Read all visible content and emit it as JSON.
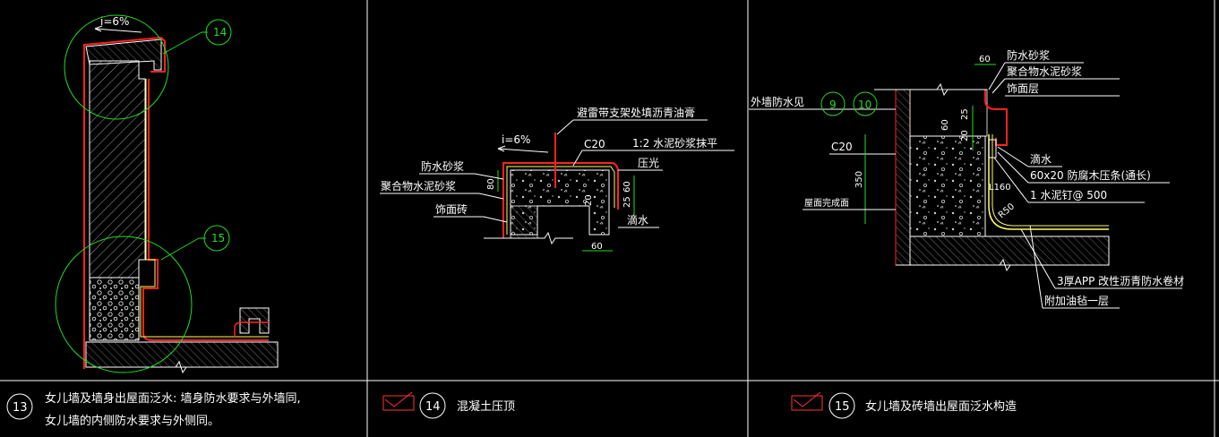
{
  "colors": {
    "background": "#000000",
    "frame": "#ffffff",
    "leader": "#00ff00",
    "membrane": "#ff2222",
    "section": "#ffff66",
    "hatch": "#9a9a9a"
  },
  "panel13": {
    "slope": "i=6%",
    "callout_top": "14",
    "callout_bottom": "15",
    "caption_number": "13",
    "caption_line1": "女儿墙及墙身出屋面泛水: 墙身防水要求与外墙同,",
    "caption_line2": "女儿墙的内侧防水要求与外侧同。"
  },
  "panel14": {
    "slope": "i=6%",
    "label_lightning": "避雷带支架处填沥青油膏",
    "label_c20": "C20",
    "label_mortar_top": "1:2 水泥砂浆抹平",
    "label_press_light": "压光",
    "label_drip": "滴水",
    "label_wp_mortar": "防水砂浆",
    "label_polymer": "聚合物水泥砂浆",
    "label_tile": "饰面砖",
    "dim_80": "80",
    "dim_60_side": "60",
    "dim_25": "25",
    "dim_20": "20",
    "dim_60_bottom": "60",
    "caption_number": "14",
    "caption_text": "混凝土压顶"
  },
  "panel15": {
    "dim_60_top": "60",
    "label_wp_mortar": "防水砂浆",
    "label_polymer": "聚合物水泥砂浆",
    "label_finish": "饰面层",
    "label_outer_wall": "外墙防水见",
    "ref_a": "9",
    "ref_b": "10",
    "dim_25": "25",
    "dim_20": "20",
    "dim_60_side": "60",
    "label_c20": "C20",
    "dim_350": "350",
    "label_drip": "滴水",
    "label_strip": "60x20  防腐木压条(通长)",
    "label_nail": "1  水泥钉@  500",
    "dim_l160": "L160",
    "dim_r50": "R50",
    "label_roof_level": "屋面完成面",
    "label_membrane": "3厚APP 改性沥青防水卷材",
    "label_extra": "附加油毡一层",
    "caption_number": "15",
    "caption_text": "女儿墙及砖墙出屋面泛水构造"
  }
}
